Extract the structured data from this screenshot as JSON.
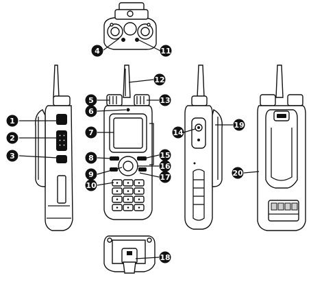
{
  "diagram": {
    "views": [
      "top-view",
      "left-side-view",
      "front-view",
      "right-side-view",
      "rear-view",
      "bottom-view"
    ],
    "callouts": [
      {
        "id": "c1",
        "text": "1"
      },
      {
        "id": "c2",
        "text": "2"
      },
      {
        "id": "c3",
        "text": "3"
      },
      {
        "id": "c4",
        "text": "4"
      },
      {
        "id": "c5",
        "text": "5"
      },
      {
        "id": "c6",
        "text": "6"
      },
      {
        "id": "c7",
        "text": "7"
      },
      {
        "id": "c8",
        "text": "8"
      },
      {
        "id": "c9",
        "text": "9"
      },
      {
        "id": "c10",
        "text": "10"
      },
      {
        "id": "c11",
        "text": "11"
      },
      {
        "id": "c12",
        "text": "12"
      },
      {
        "id": "c13",
        "text": "13"
      },
      {
        "id": "c14",
        "text": "14"
      },
      {
        "id": "c15",
        "text": "15"
      },
      {
        "id": "c16",
        "text": "16"
      },
      {
        "id": "c17",
        "text": "17"
      },
      {
        "id": "c18",
        "text": "18"
      },
      {
        "id": "c19",
        "text": "19"
      },
      {
        "id": "c20",
        "text": "20"
      }
    ]
  }
}
